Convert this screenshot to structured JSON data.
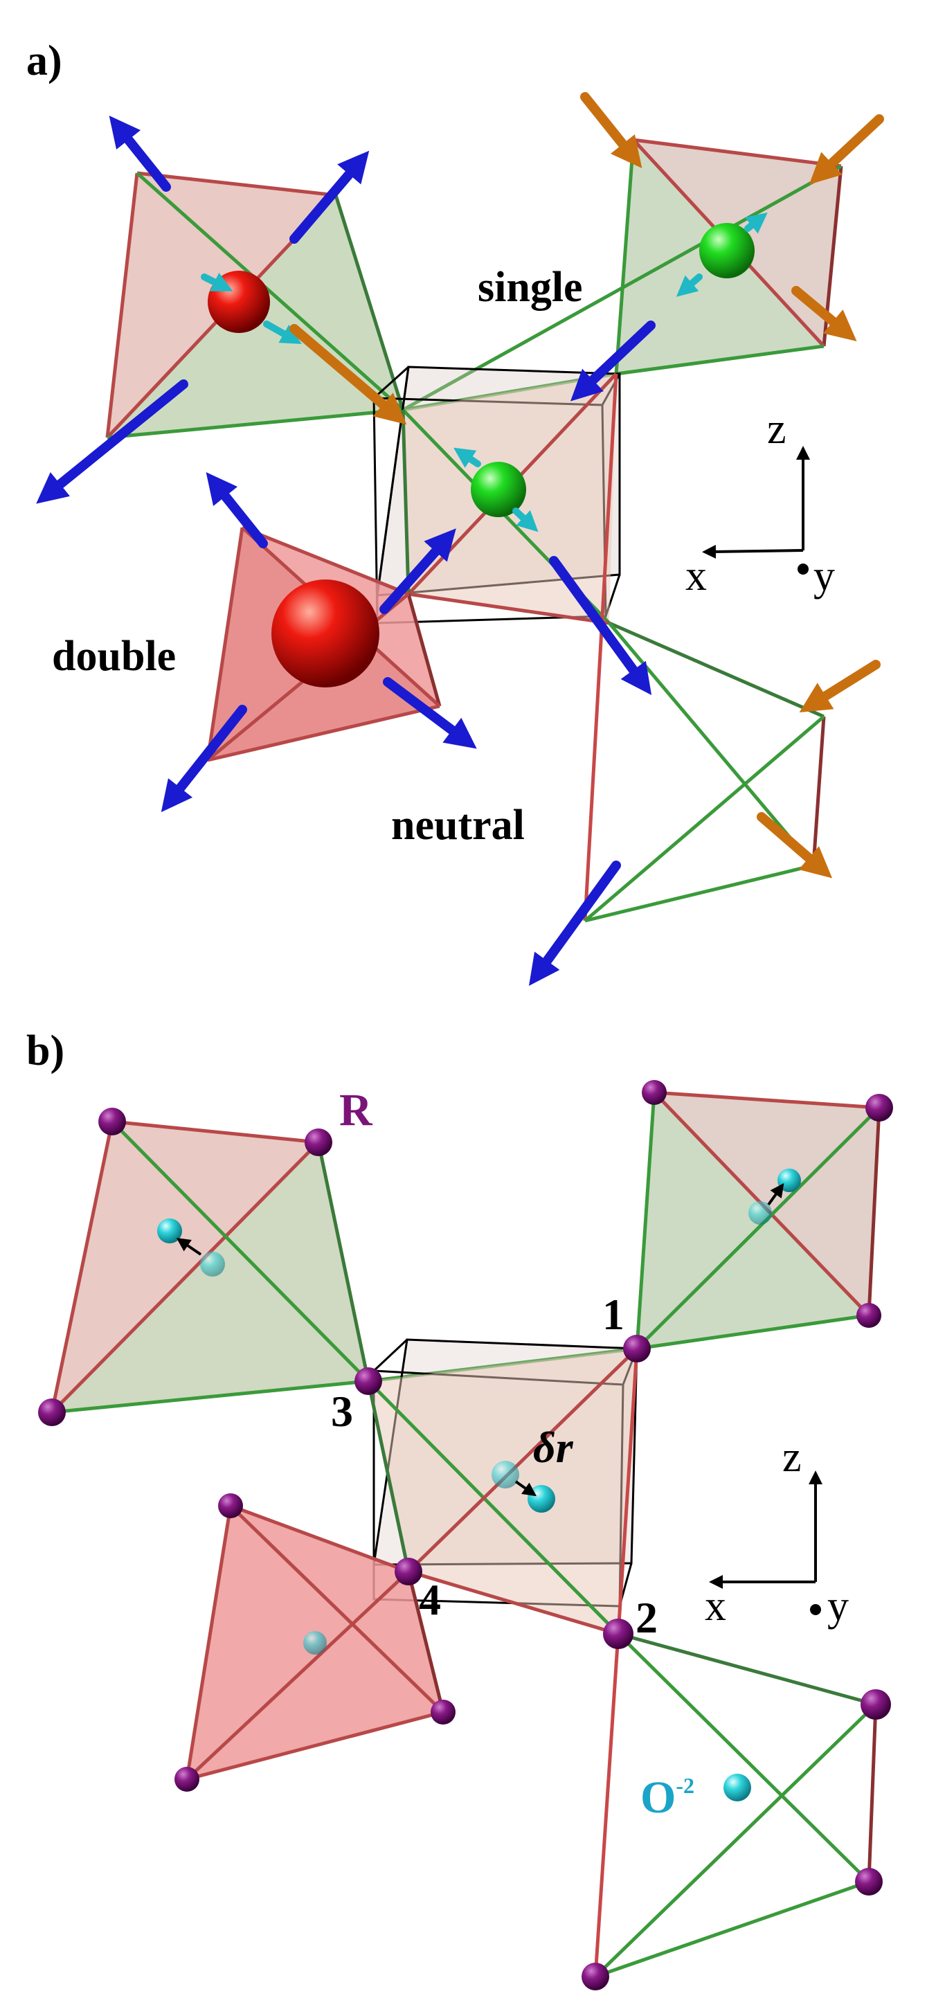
{
  "panels": {
    "a": {
      "label": "a)",
      "words": {
        "single": "single",
        "double": "double",
        "neutral": "neutral"
      },
      "axes": {
        "z": "z",
        "x": "x",
        "y": "y"
      }
    },
    "b": {
      "label": "b)",
      "site_labels": {
        "s1": "1",
        "s2": "2",
        "s3": "3",
        "s4": "4"
      },
      "rare_earth": "R",
      "oxygen": "O",
      "oxygen_charge": "-2",
      "displacement": "δr",
      "axes": {
        "z": "z",
        "x": "x",
        "y": "y"
      }
    }
  },
  "colors": {
    "tetra_red": "#c85a5a",
    "tetra_green": "#7fc77f",
    "spin_blue": "#1a1ad0",
    "spin_orange": "#c8700f",
    "charge_red": "#e01010",
    "charge_green": "#22cc22",
    "site_purple": "#7a1478",
    "oxygen_cyan": "#2cd0d8"
  }
}
